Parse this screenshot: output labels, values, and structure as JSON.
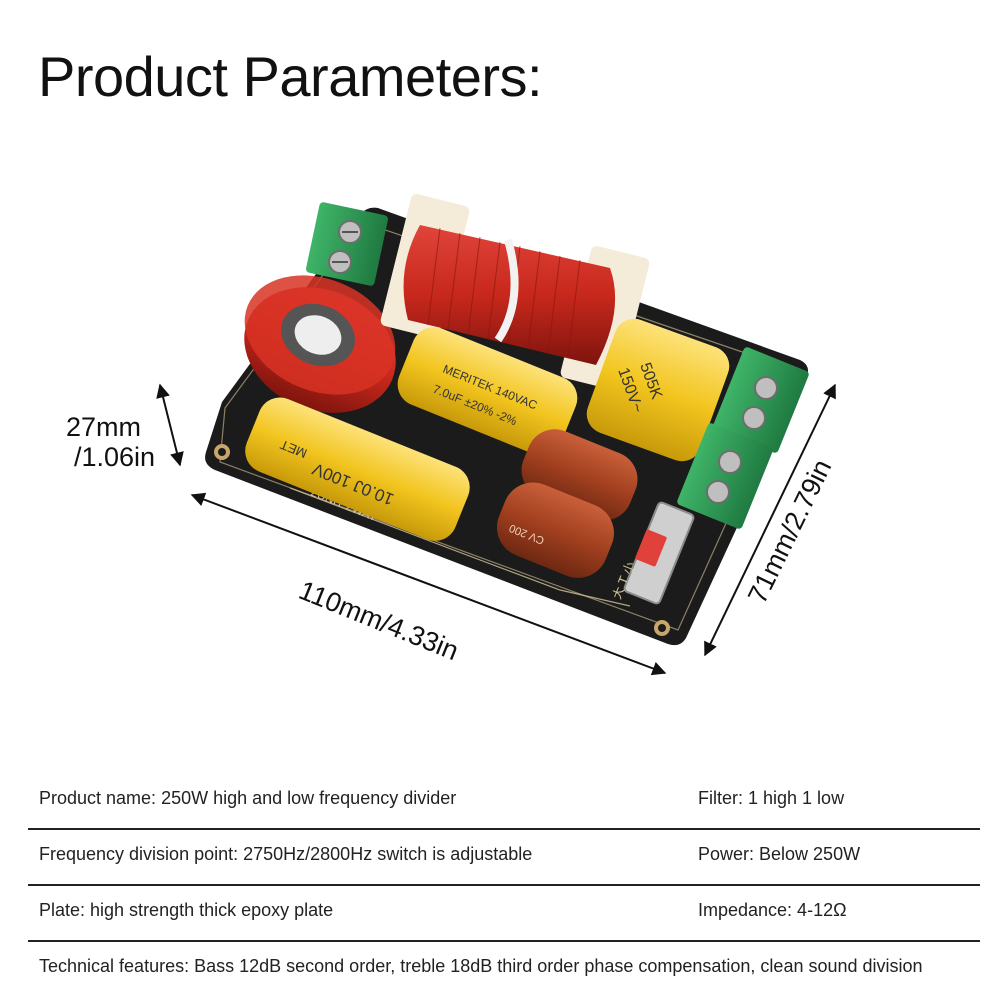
{
  "title": "Product Parameters:",
  "dimensions": {
    "height_line1": "27mm",
    "height_line2": "/1.06in",
    "length": "110mm/4.33in",
    "width": "71mm/2.79in"
  },
  "board_markings": {
    "cap1": "10.0J 100V",
    "cap1b": "MET",
    "cap2a": "MERITEK 140VAC",
    "cap2b": "7.0uF ±20% -2%",
    "cap3a": "505K",
    "cap3b": "150V~",
    "cap4": "CV 200",
    "silk": "2UNIT 2WAY",
    "switch_label": "大 T 小"
  },
  "specs": [
    {
      "left": "Product name: 250W high and low frequency divider",
      "right": "Filter: 1 high 1 low"
    },
    {
      "left": "Frequency division point: 2750Hz/2800Hz switch is adjustable",
      "right": "Power: Below 250W"
    },
    {
      "left": "Plate: high strength thick epoxy plate",
      "right": "Impedance: 4-12Ω"
    },
    {
      "left": "Technical features: Bass 12dB second order, treble 18dB third order phase compensation, clean sound division",
      "right": ""
    }
  ],
  "colors": {
    "board": "#1b1b1b",
    "terminal": "#2f9a55",
    "coil": "#c8281c",
    "cap_yellow": "#f2c51f",
    "cap_brown": "#a2401f"
  }
}
